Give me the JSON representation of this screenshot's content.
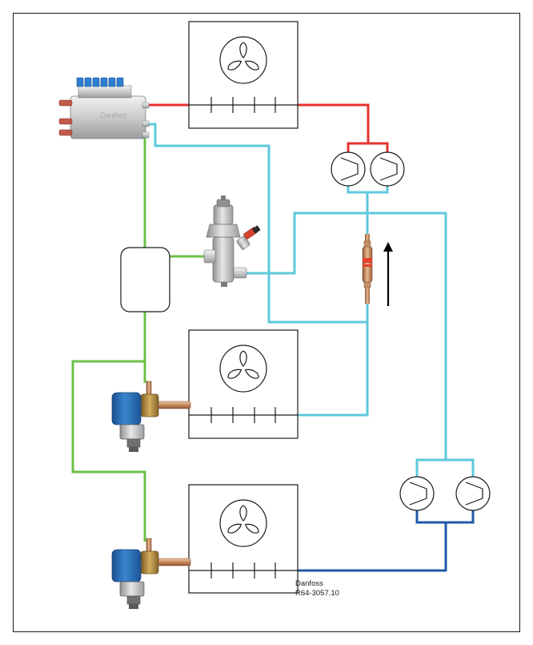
{
  "reference": {
    "brand": "Danfoss",
    "code": "R64-3057.10"
  },
  "colors": {
    "hot_gas_line": "#e8312f",
    "suction_line": "#5ec8db",
    "low_temp_suction_line": "#1f58a8",
    "liquid_line": "#6cc04a",
    "outline": "#1a1a1a",
    "solenoid_coil": "#2a70b8",
    "brass": "#b08838"
  },
  "components": {
    "evaporator_fans": [
      "fan-icon",
      "fan-icon",
      "fan-icon"
    ],
    "compressors": [
      "compressor-icon",
      "compressor-icon",
      "compressor-icon",
      "compressor-icon"
    ],
    "valves": [
      "manifold-distributor",
      "pressure-regulating-valve",
      "solenoid-valve",
      "solenoid-valve"
    ],
    "accessories": [
      "liquid-receiver",
      "sight-glass-filter",
      "flow-direction-arrow"
    ]
  }
}
